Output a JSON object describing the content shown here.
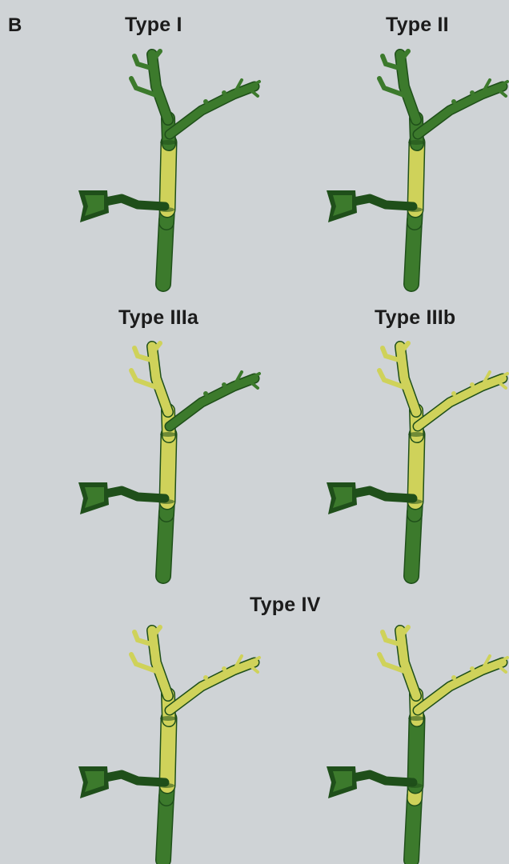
{
  "figure": {
    "panel_letter": "B",
    "panels": [
      {
        "label": "Type I",
        "yellow": [
          "stem_mid"
        ]
      },
      {
        "label": "Type II",
        "yellow": [
          "stem_mid"
        ]
      },
      {
        "label": "Type IIIa",
        "yellow": [
          "stem_mid",
          "stem_upper",
          "leader"
        ]
      },
      {
        "label": "Type IIIb",
        "yellow": [
          "stem_mid",
          "stem_upper",
          "leader",
          "branch_right"
        ]
      },
      {
        "label": "Type IV",
        "yellow": [
          "stem_mid",
          "stem_upper",
          "leader",
          "branch_right"
        ]
      },
      {
        "label": "",
        "yellow": [
          "stem_lower",
          "stem_upper",
          "leader",
          "branch_right"
        ]
      }
    ],
    "colors": {
      "green": "#3c7a2c",
      "dark_green": "#1f4f1a",
      "yellow": "#cfd25a",
      "background": "#cfd3d6"
    }
  }
}
